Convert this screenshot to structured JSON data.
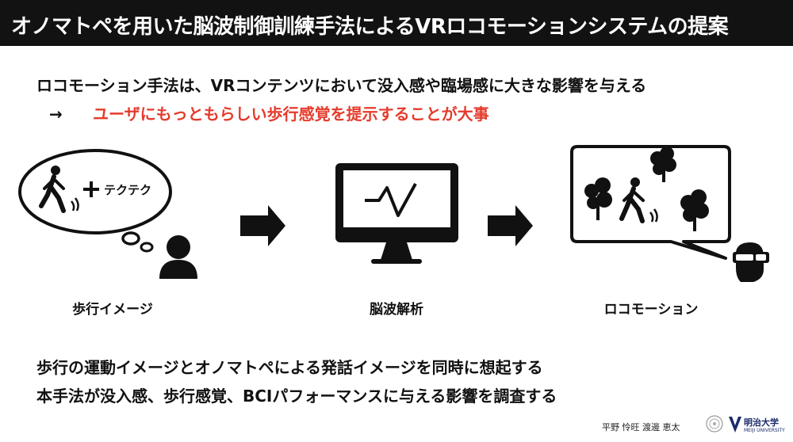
{
  "header": {
    "title": "オノマトペを用いた脳波制御訓練手法によるVRロコモーションシステムの提案"
  },
  "intro": {
    "line1": "ロコモーション手法は、VRコンテンツにおいて没入感や臨場感に大きな影響を与える",
    "arrow": "→",
    "line2": "ユーザにもっともらしい歩行感覚を提示することが大事"
  },
  "diagram": {
    "bubble_onomatopoeia": "テクテク",
    "steps": [
      {
        "label": "歩行イメージ"
      },
      {
        "label": "脳波解析"
      },
      {
        "label": "ロコモーション"
      }
    ]
  },
  "summary": {
    "line1": "歩行の運動イメージとオノマトペによる発話イメージを同時に想起する",
    "line2": "本手法が没入感、歩行感覚、BCIパフォーマンスに与える影響を調査する"
  },
  "footer": {
    "authors": "平野 怜旺 渡邊 恵太",
    "university": "明治大学",
    "university_en": "MEIJI UNIVERSITY"
  },
  "colors": {
    "title_bg": "#121212",
    "accent_red": "#e53b2c",
    "univ_blue": "#1b2a6b"
  },
  "icons": [
    "walking-person-icon",
    "plus-icon",
    "thought-bubble-icon",
    "user-icon",
    "right-arrow-icon",
    "monitor-icon",
    "brainwave-icon",
    "speech-bubble-icon",
    "tree-icon",
    "vr-headset-user-icon",
    "university-logo-icon",
    "university-seal-icon"
  ]
}
